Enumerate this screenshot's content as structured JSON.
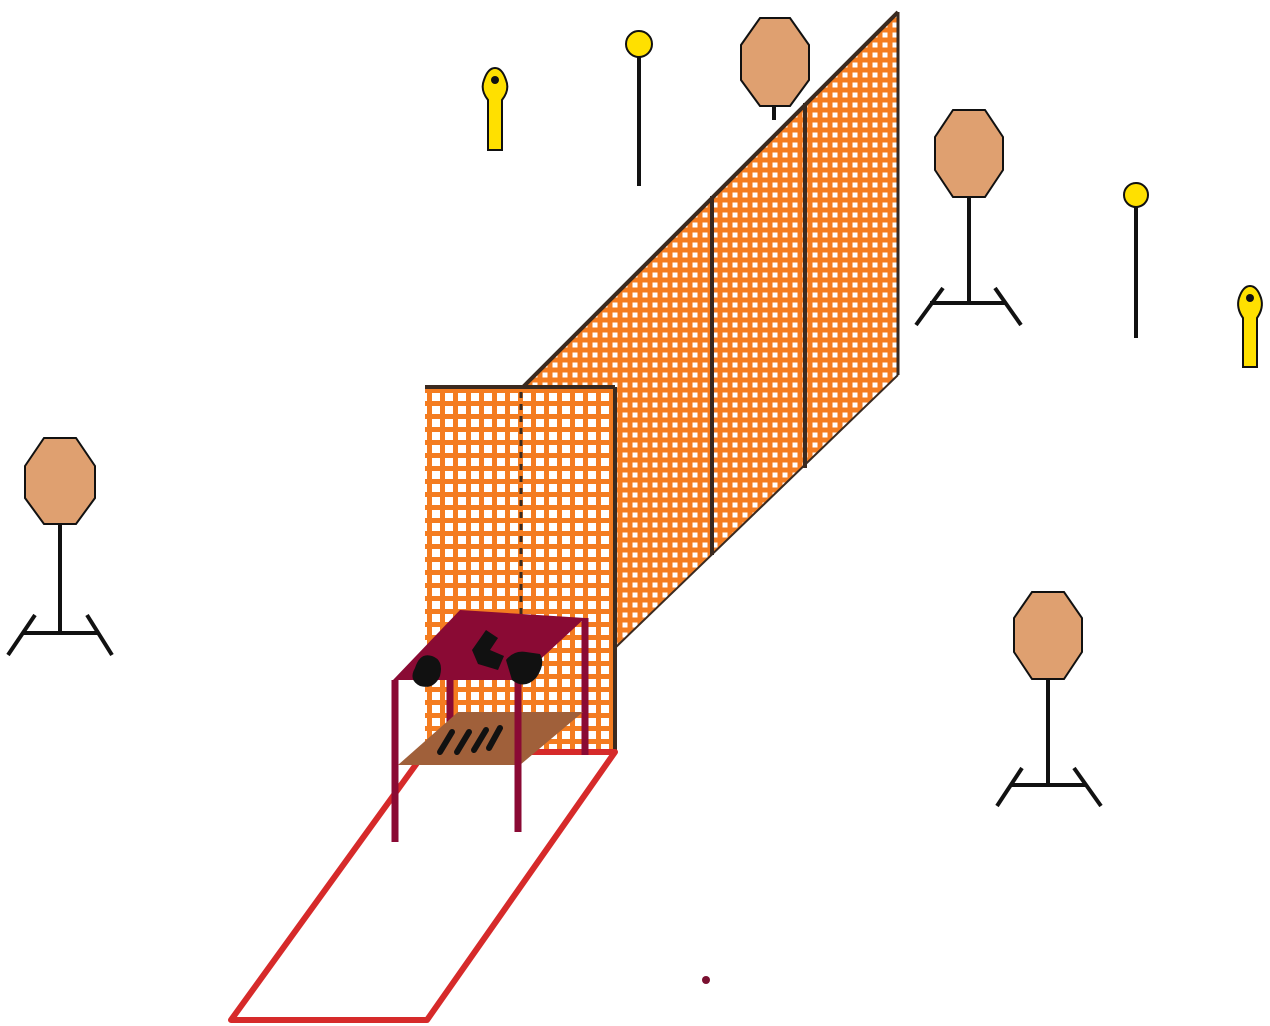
{
  "scene": {
    "colors": {
      "background": "#ffffff",
      "net_orange": "#f47c20",
      "net_hole": "#ffffff",
      "net_frame": "#3a2a20",
      "target_face": "#dfa070",
      "target_outline": "#111111",
      "stand": "#111111",
      "marker_yellow": "#ffe000",
      "marker_pole": "#111111",
      "table_top": "#8a0a34",
      "table_legs": "#8a0a34",
      "shelf": "#a0603a",
      "lane_outline": "#d62a2a",
      "dot": "#7a1030"
    },
    "objects": [
      "target-stand",
      "target-stand",
      "target-stand",
      "target-stand",
      "yellow-marker-pole",
      "yellow-marker-pole",
      "yellow-marker-post",
      "yellow-marker-post",
      "practice-net",
      "table",
      "lane-outline"
    ]
  }
}
